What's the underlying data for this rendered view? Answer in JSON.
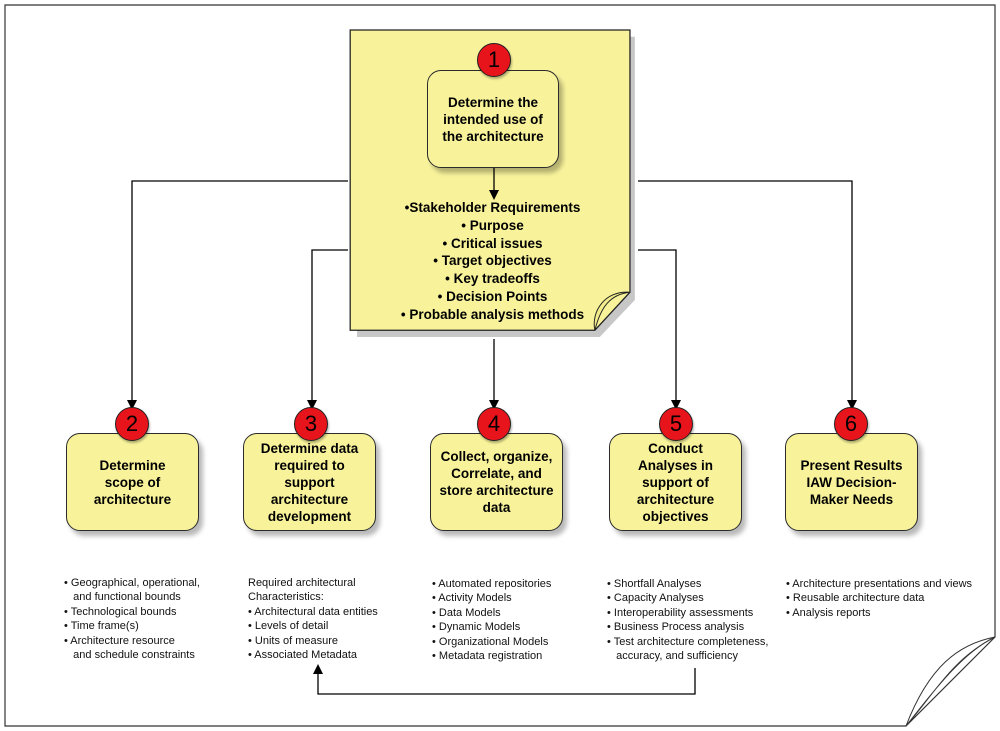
{
  "step1": {
    "number": "1",
    "title": "Determine the intended use of the architecture",
    "bullets": [
      "•Stakeholder Requirements",
      "• Purpose",
      "• Critical issues",
      "• Target objectives",
      "• Key tradeoffs",
      "• Decision Points",
      "• Probable analysis methods"
    ]
  },
  "steps": [
    {
      "number": "2",
      "title": "Determine scope of architecture",
      "details": [
        "• Geographical, operational,",
        "   and functional bounds",
        "• Technological bounds",
        "• Time frame(s)",
        "• Architecture resource",
        "   and schedule constraints"
      ]
    },
    {
      "number": "3",
      "title": "Determine data required to support architecture development",
      "details": [
        "Required architectural",
        "Characteristics:",
        "• Architectural data entities",
        "• Levels of detail",
        "• Units of measure",
        "• Associated Metadata"
      ]
    },
    {
      "number": "4",
      "title": "Collect, organize, Correlate, and store architecture data",
      "details": [
        "• Automated repositories",
        "• Activity Models",
        "• Data Models",
        "• Dynamic Models",
        "• Organizational Models",
        "• Metadata registration"
      ]
    },
    {
      "number": "5",
      "title": "Conduct Analyses in support of architecture objectives",
      "details": [
        "• Shortfall Analyses",
        "• Capacity Analyses",
        "• Interoperability assessments",
        "• Business Process analysis",
        "• Test architecture completeness,",
        "   accuracy, and sufficiency"
      ]
    },
    {
      "number": "6",
      "title": "Present Results IAW Decision-Maker Needs",
      "details": [
        "• Architecture presentations and views",
        "• Reusable architecture data",
        "• Analysis reports"
      ]
    }
  ],
  "colors": {
    "note_fill": "#f8f39b",
    "badge_fill": "#e8141b",
    "line": "#000000"
  }
}
